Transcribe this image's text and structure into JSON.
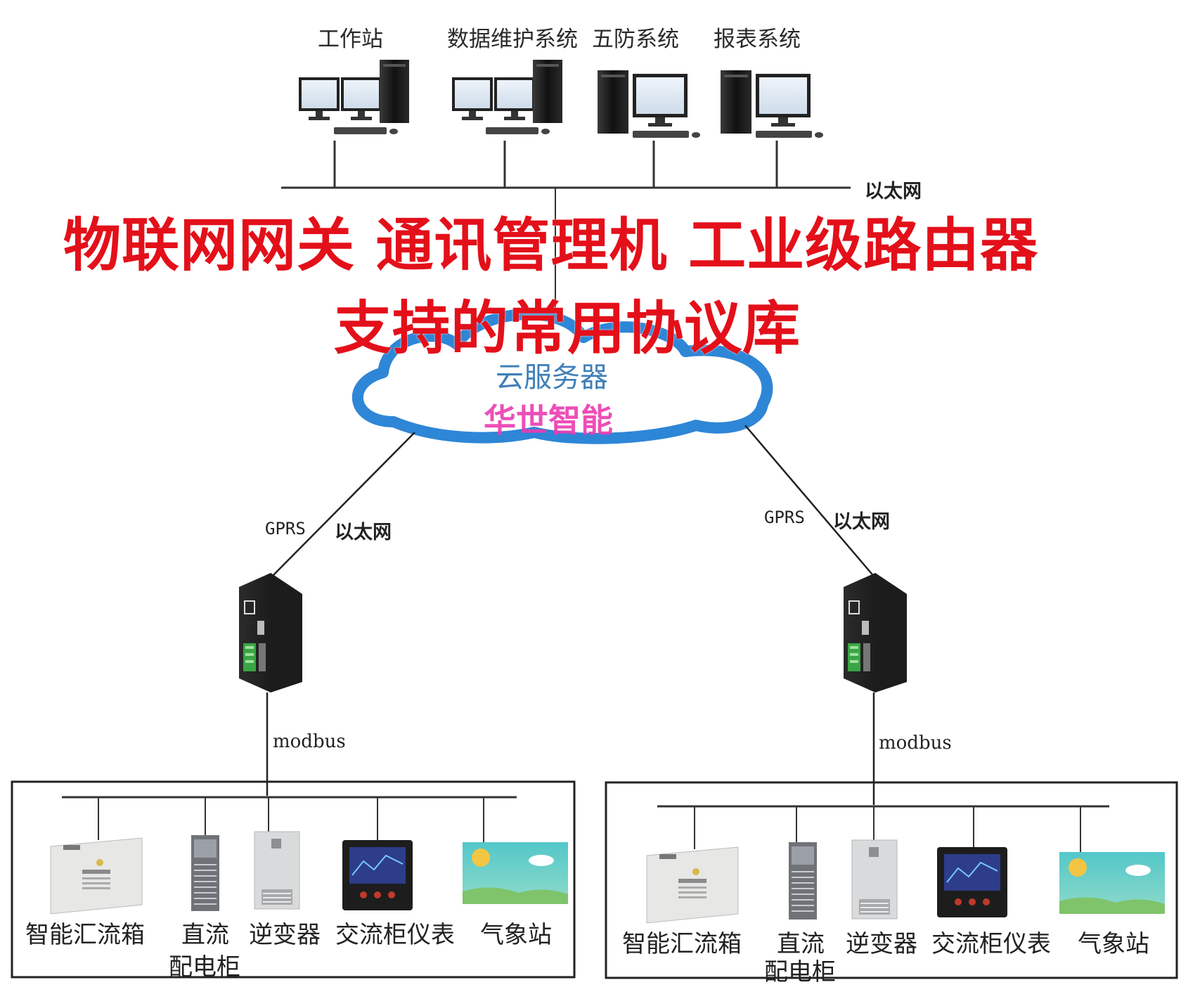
{
  "workstations": [
    {
      "label": "工作站",
      "icon": "dual-monitor-pc-icon"
    },
    {
      "label": "数据维护系统",
      "icon": "dual-monitor-pc-icon"
    },
    {
      "label": "五防系统",
      "icon": "desktop-pc-icon"
    },
    {
      "label": "报表系统",
      "icon": "desktop-pc-icon"
    }
  ],
  "top_network_label": "以太网",
  "headline": {
    "line1": "物联网网关 通讯管理机 工业级路由器",
    "line2": "支持的常用协议库",
    "color": "#e3101a"
  },
  "cloud": {
    "label": "云服务器",
    "watermark": "华世智能",
    "stroke_color": "#2e86d6",
    "watermark_color": "#ec3bb0"
  },
  "links": {
    "left": {
      "gprs": "GPRS",
      "ethernet": "以太网",
      "bus": "modbus"
    },
    "right": {
      "gprs": "GPRS",
      "ethernet": "以太网",
      "bus": "modbus"
    }
  },
  "field_devices": {
    "left": [
      "智能汇流箱",
      "直流",
      "配电柜",
      "逆变器",
      "交流柜仪表",
      "气象站"
    ],
    "right": [
      "智能汇流箱",
      "直流",
      "配电柜",
      "逆变器",
      "交流柜仪表",
      "气象站"
    ]
  },
  "device_icons": [
    "combiner-box-icon",
    "dc-cabinet-icon",
    "inverter-icon",
    "ac-meter-icon",
    "weather-station-icon"
  ],
  "gateway_icon": "gateway-device-icon"
}
